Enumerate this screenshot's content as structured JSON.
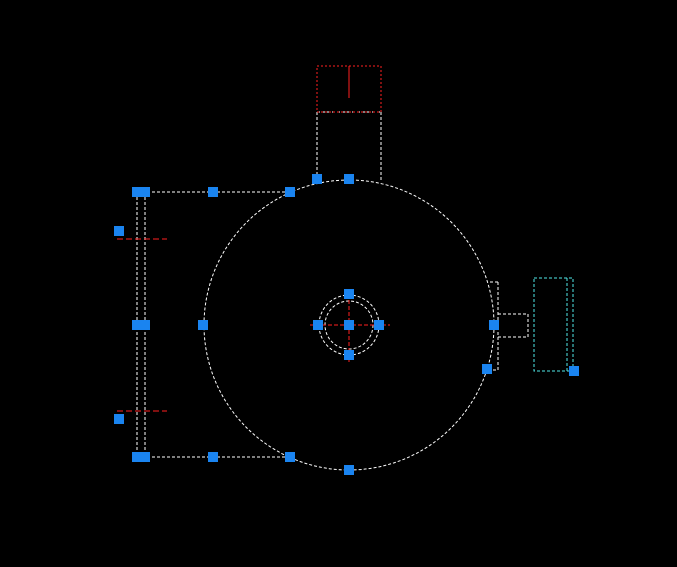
{
  "colors": {
    "background": "#000000",
    "selected_line": "#ffffff",
    "center_line": "#ff2020",
    "hidden_line": "#4fe8e8",
    "grip": "#1a84f0"
  },
  "drawing": {
    "selection_state": "selected",
    "line_style_selected": "dashed",
    "grip_count": 28
  },
  "icons": {
    "grip": "square-grip-icon"
  }
}
